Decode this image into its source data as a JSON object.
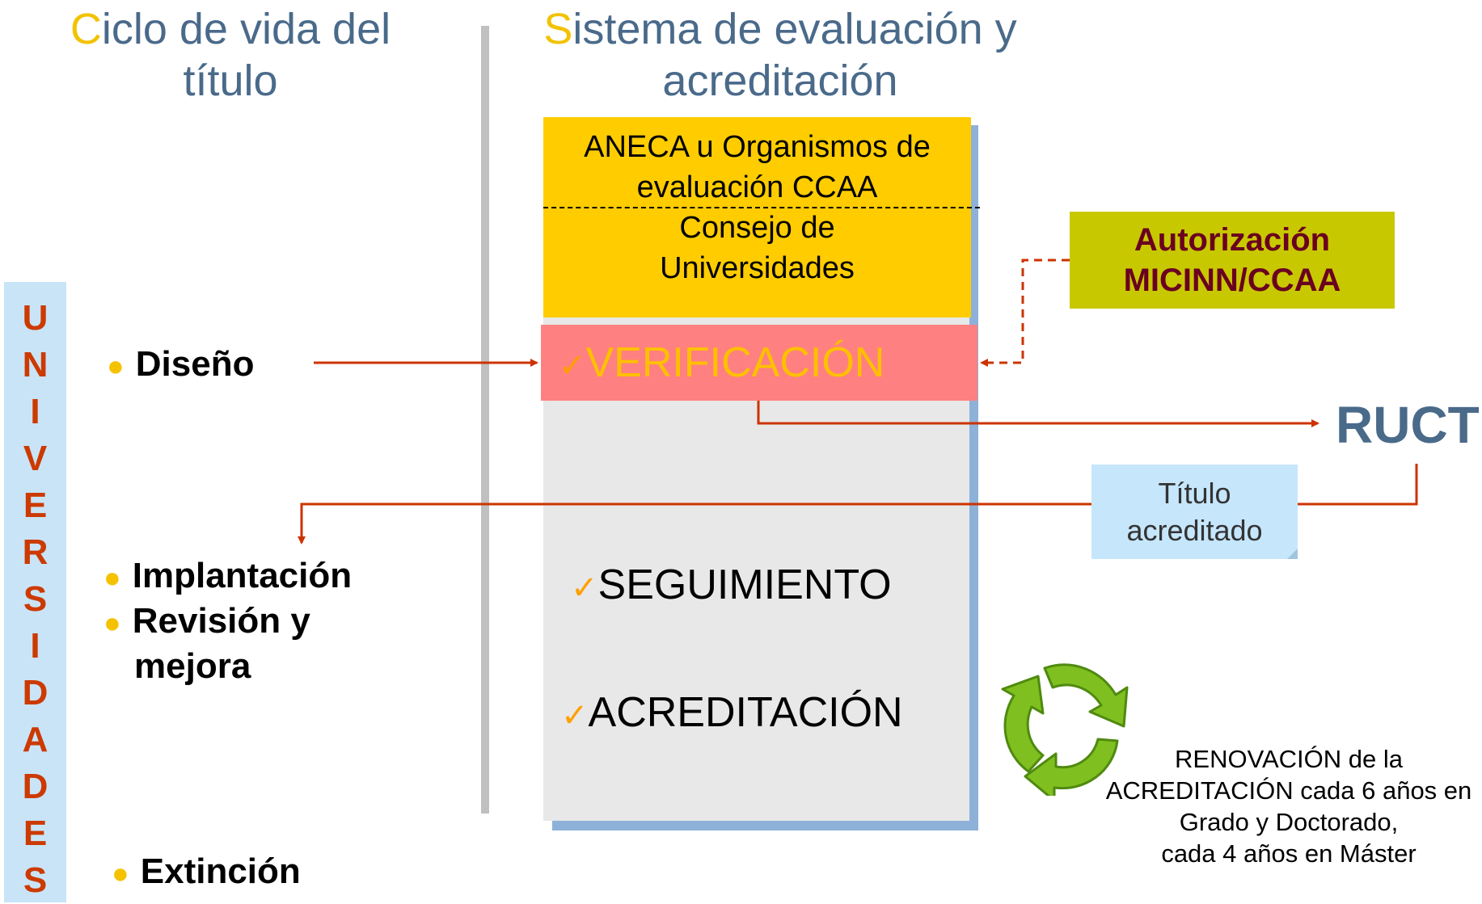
{
  "headings": {
    "left": {
      "cap": "C",
      "rest_line1": "iclo de vida del",
      "line2": "título"
    },
    "right": {
      "cap": "S",
      "rest_line1": "istema de evaluación y",
      "line2": "acreditación"
    }
  },
  "universidades_letters": [
    "U",
    "N",
    "I",
    "V",
    "E",
    "R",
    "S",
    "I",
    "D",
    "A",
    "D",
    "E",
    "S"
  ],
  "lifecycle": {
    "diseno": "Diseño",
    "implantacion": "Implantación",
    "revision_line1": "Revisión  y",
    "revision_line2": "mejora",
    "extincion": "Extinción"
  },
  "evaluation": {
    "aneca_line1": "ANECA u Organismos de",
    "aneca_line2": "evaluación CCAA",
    "consejo_line1": "Consejo de",
    "consejo_line2": "Universidades",
    "check_mark": "✓",
    "verificacion": "VERIFICACIÓN",
    "seguimiento": "SEGUIMIENTO",
    "acreditacion": "ACREDITACIÓN"
  },
  "autorizacion": {
    "line1": "Autorización",
    "line2": "MICINN/CCAA"
  },
  "ruct": "RUCT",
  "titulo_acreditado": {
    "line1": "Título",
    "line2": "acreditado"
  },
  "renovacion": {
    "line1": "RENOVACIÓN de la",
    "line2": "ACREDITACIÓN cada 6 años en",
    "line3": "Grado y Doctorado,",
    "line4": "cada 4 años en Máster"
  },
  "icons": {
    "recycle": "recycle-arrows-icon"
  },
  "colors": {
    "heading": "#4a6a8a",
    "heading_initial": "#f2c200",
    "universidades": "#cc3a00",
    "arrow": "#cc3300",
    "verificacion_box": "#ff8080",
    "evaluation_box": "#ffcc00",
    "autorizacion_box": "#c8c800",
    "recycle_green": "#7fbf1f"
  }
}
